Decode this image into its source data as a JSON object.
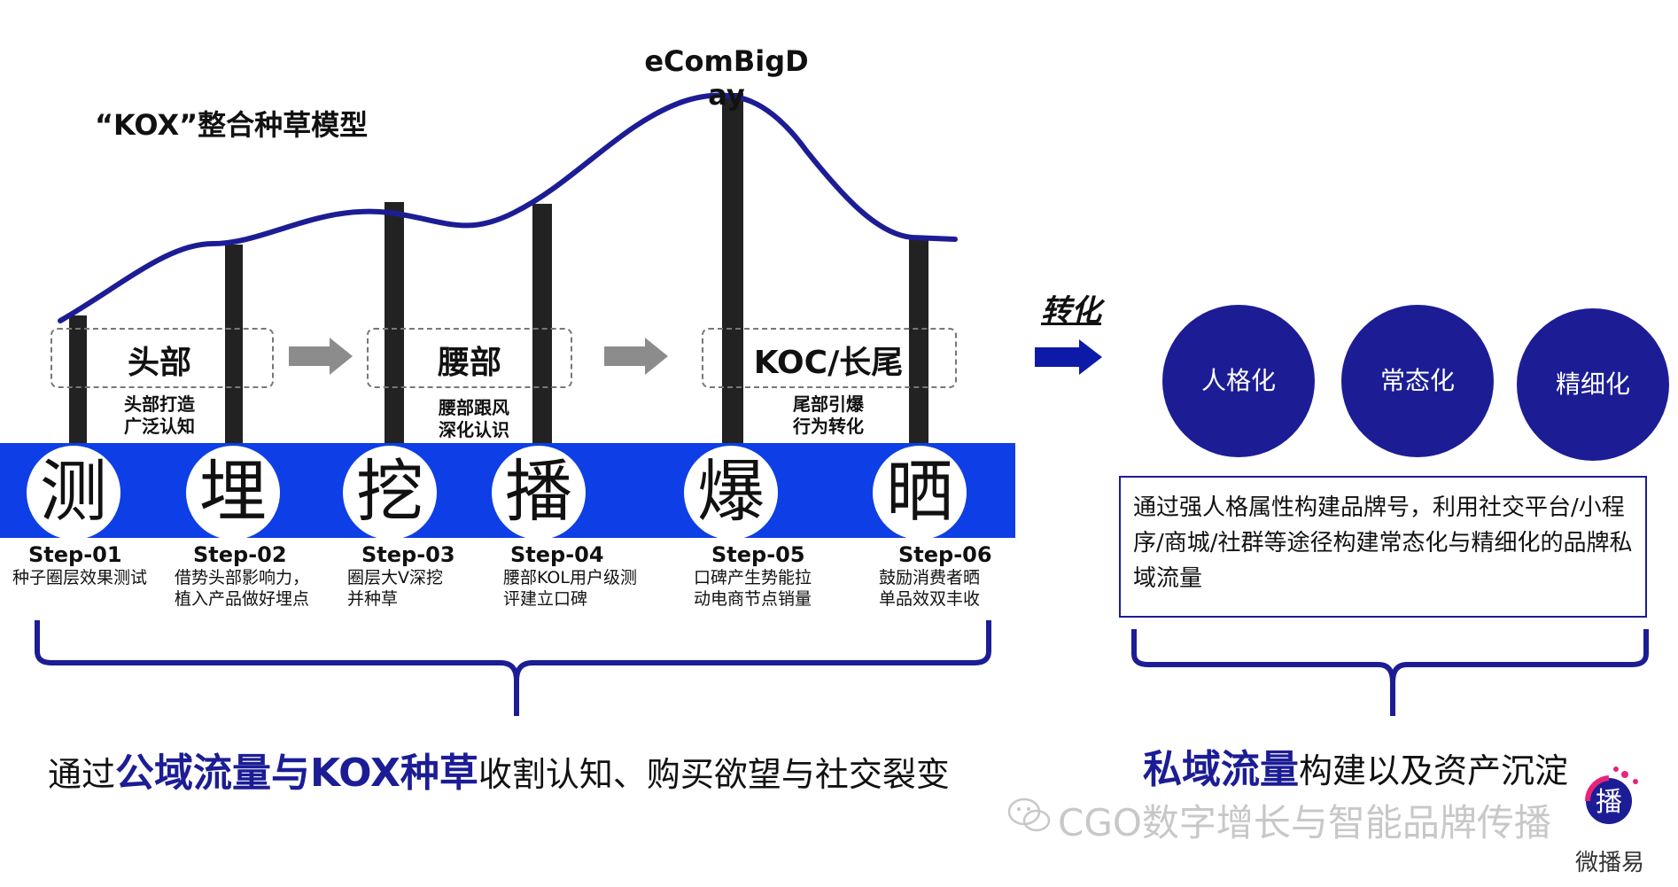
{
  "title": "“KOX”整合种草模型",
  "peak_label": "eComBigDay",
  "stages": [
    {
      "label": "头部",
      "desc": [
        "头部打造",
        "广泛认知"
      ]
    },
    {
      "label": "腰部",
      "desc": [
        "腰部跟风",
        "深化认识"
      ]
    },
    {
      "label": "KOC/长尾",
      "desc": [
        "尾部引爆",
        "行为转化"
      ]
    }
  ],
  "chars": [
    "测",
    "埋",
    "挖",
    "播",
    "爆",
    "晒"
  ],
  "steps": [
    {
      "label": "Step-01",
      "desc": [
        "种子圈层效果测试"
      ]
    },
    {
      "label": "Step-02",
      "desc": [
        "借势头部影响力，",
        "植入产品做好埋点"
      ]
    },
    {
      "label": "Step-03",
      "desc": [
        "圈层大V深挖",
        "并种草"
      ]
    },
    {
      "label": "Step-04",
      "desc": [
        "腰部KOL用户级测",
        "评建立口碑"
      ]
    },
    {
      "label": "Step-05",
      "desc": [
        "口碑产生势能拉",
        "动电商节点销量"
      ]
    },
    {
      "label": "Step-06",
      "desc": [
        "鼓励消费者晒",
        "单品效双丰收"
      ]
    }
  ],
  "convert_label": "转化",
  "private_circles": [
    "人格化",
    "常态化",
    "精细化"
  ],
  "private_desc": "通过强人格属性构建品牌号，利用社交平台/小程序/商城/社群等途径构建常态化与精细化的品牌私域流量",
  "caption_left": {
    "prefix": "通过",
    "highlight": "公域流量与KOX种草",
    "suffix": "收割认知、购买欲望与社交裂变"
  },
  "caption_right": {
    "highlight": "私域流量",
    "suffix": "构建以及资产沉淀"
  },
  "watermark": "CGO数字增长与智能品牌传播",
  "logo": {
    "char": "播",
    "text": "微播易"
  },
  "colors": {
    "blue_band": "#0d3ee6",
    "navy": "#1c1d95",
    "bar": "#222222",
    "arrow_gray": "#8c8c8c"
  }
}
